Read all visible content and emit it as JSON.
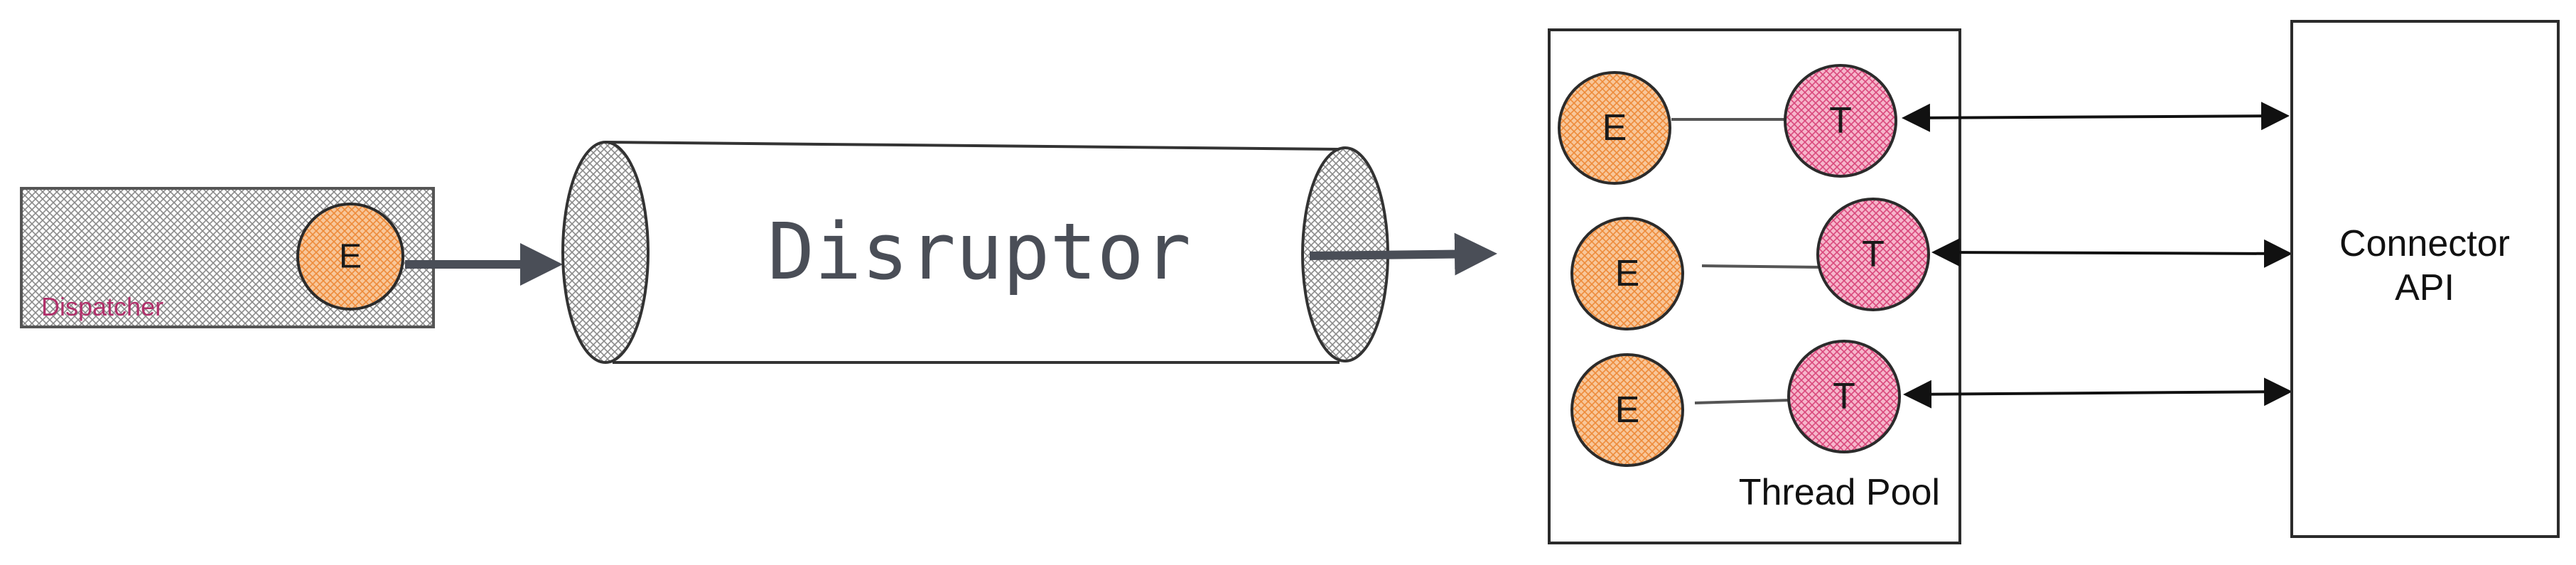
{
  "dispatcher": {
    "label": "Dispatcher",
    "event_label": "E"
  },
  "disruptor": {
    "label": "Disruptor"
  },
  "thread_pool": {
    "label": "Thread Pool",
    "rows": [
      {
        "event_label": "E",
        "thread_label": "T"
      },
      {
        "event_label": "E",
        "thread_label": "T"
      },
      {
        "event_label": "E",
        "thread_label": "T"
      }
    ]
  },
  "connector": {
    "line1": "Connector",
    "line2": "API"
  },
  "colors": {
    "ink": "#2b2b2b",
    "arrow": "#4a4e57",
    "event_fill": "#f2a256",
    "thread_fill": "#e06b92",
    "dispatcher_label": "#b0306a",
    "hatch_gray": "#8a8a8a"
  }
}
